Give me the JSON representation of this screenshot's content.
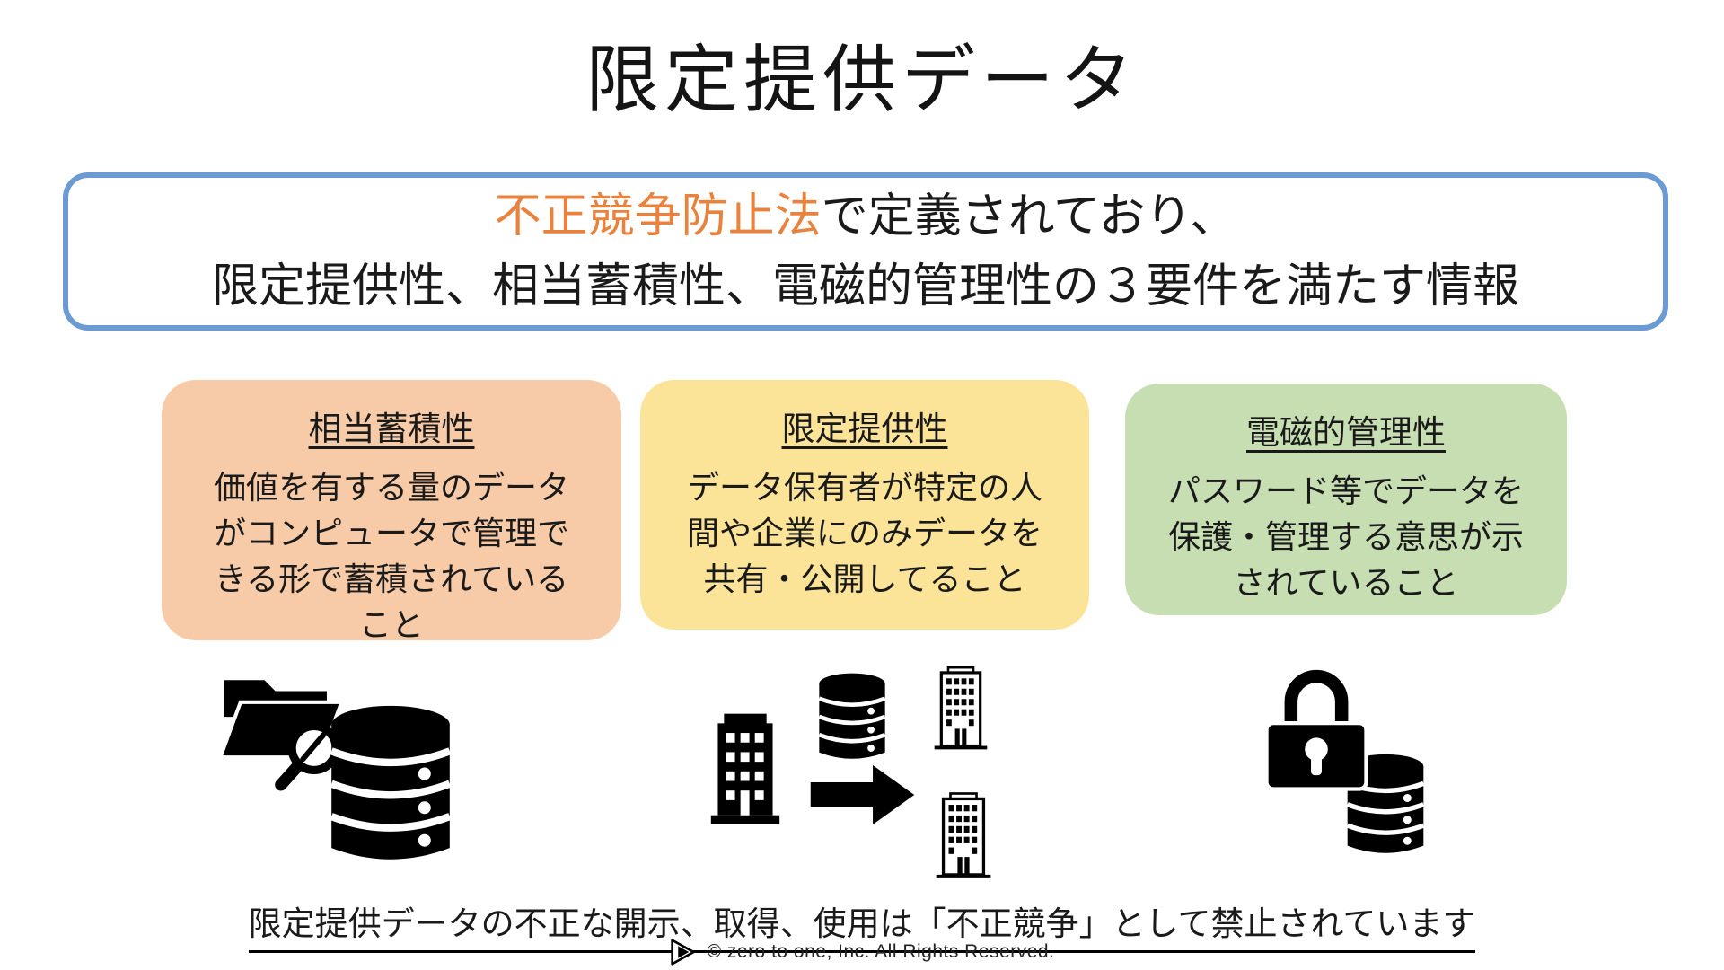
{
  "title": "限定提供データ",
  "definition_box": {
    "line1_highlight": "不正競争防止法",
    "line1_rest": "で定義されており、",
    "line2": "限定提供性、相当蓄積性、電磁的管理性の３要件を満たす情報",
    "border_color": "#6B9BD2",
    "highlight_color": "#E8823D"
  },
  "criteria": [
    {
      "title": "相当蓄積性",
      "body": "価値を有する量のデータがコンピュータで管理できる形で蓄積されていること",
      "bg_color": "#F7CBA7",
      "icons": [
        "folder-search-icon",
        "database-icon"
      ]
    },
    {
      "title": "限定提供性",
      "body": "データ保有者が特定の人間や企業にのみデータを共有・公開してること",
      "bg_color": "#FBE498",
      "icons": [
        "company-building-icon",
        "database-icon",
        "arrow-right-icon",
        "office-building-icon",
        "office-building-icon"
      ]
    },
    {
      "title": "電磁的管理性",
      "body": "パスワード等でデータを保護・管理する意思が示されていること",
      "bg_color": "#C6DEB2",
      "icons": [
        "padlock-icon",
        "database-icon"
      ]
    }
  ],
  "warning": "限定提供データの不正な開示、取得、使用は「不正競争」として禁止されています",
  "footer": {
    "logo": "play-logo-icon",
    "copyright": "© zero to one, Inc. All Rights Reserved."
  }
}
